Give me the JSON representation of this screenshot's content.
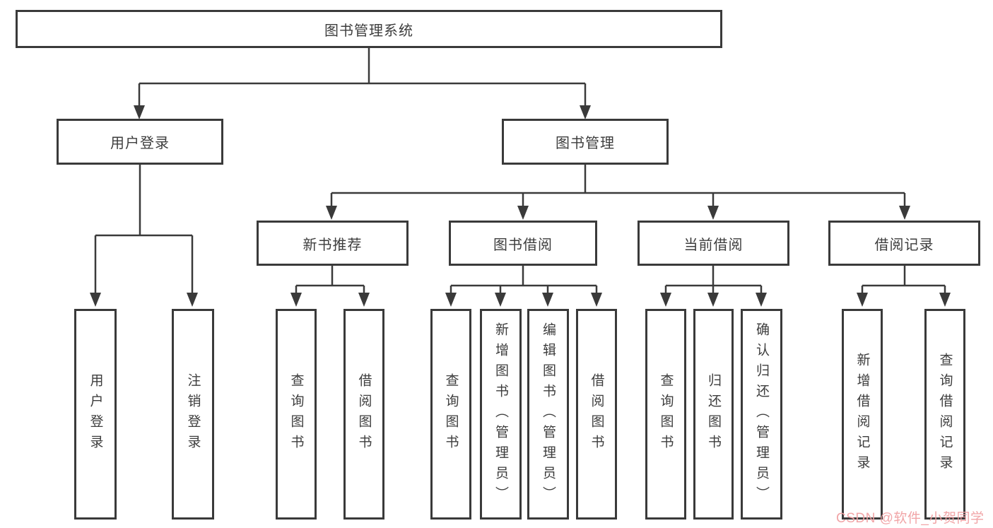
{
  "diagram": {
    "root": {
      "label": "图书管理系统",
      "children": [
        {
          "label": "用户登录",
          "children": [
            "用户登录",
            "注销登录"
          ]
        },
        {
          "label": "图书管理",
          "children": [
            {
              "label": "新书推荐",
              "children": [
                "查询图书",
                "借阅图书"
              ]
            },
            {
              "label": "图书借阅",
              "children": [
                "查询图书",
                "新增图书（管理员）",
                "编辑图书（管理员）",
                "借阅图书"
              ]
            },
            {
              "label": "当前借阅",
              "children": [
                "查询图书",
                "归还图书",
                "确认归还（管理员）"
              ]
            },
            {
              "label": "借阅记录",
              "children": [
                "新增借阅记录",
                "查询借阅记录"
              ]
            }
          ]
        }
      ]
    },
    "colors": {
      "line": "#3a3a3a",
      "box_border": "#3a3a3a",
      "text": "#3d3d3d",
      "background": "#ffffff"
    }
  },
  "watermark": {
    "text": "CSDN @软件_小贺同学",
    "color": "#f0a0a2"
  }
}
